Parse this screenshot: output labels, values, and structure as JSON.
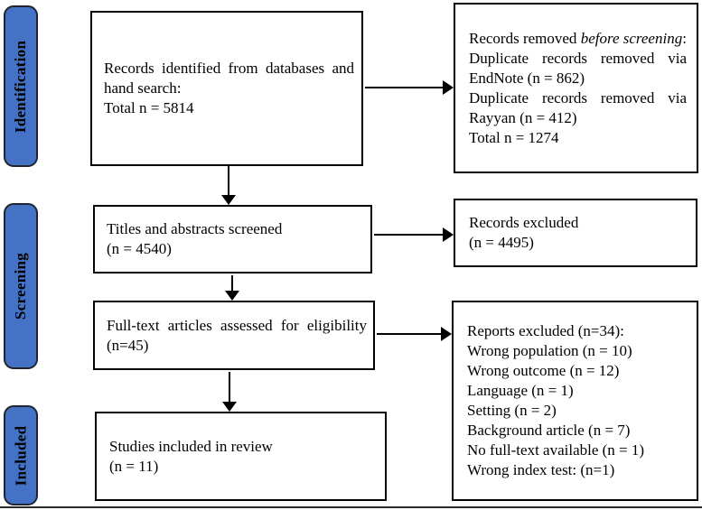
{
  "stages": [
    {
      "label": "Identification"
    },
    {
      "label": "Screening"
    },
    {
      "label": "Included"
    }
  ],
  "boxes": {
    "identified": {
      "lines": [
        {
          "text": "Records identified from databases and",
          "justify": true
        },
        {
          "text": "hand search:"
        },
        {
          "text": "Total n = 5814"
        }
      ]
    },
    "removed_before_screening": {
      "lines": [
        {
          "parts": [
            {
              "t": "Records removed "
            },
            {
              "t": "before screening",
              "italic": true
            },
            {
              "t": ":"
            }
          ]
        },
        {
          "text": "Duplicate records removed via",
          "justify": true
        },
        {
          "text": "EndNote (n = 862)"
        },
        {
          "text": "Duplicate records removed via",
          "justify": true
        },
        {
          "text": "Rayyan (n = 412)"
        },
        {
          "text": "Total n = 1274"
        }
      ]
    },
    "titles_screened": {
      "lines": [
        {
          "text": "Titles and abstracts screened"
        },
        {
          "text": "(n = 4540)"
        }
      ]
    },
    "records_excluded": {
      "lines": [
        {
          "text": "Records excluded"
        },
        {
          "text": "(n = 4495)"
        }
      ]
    },
    "fulltext_assessed": {
      "lines": [
        {
          "text": "Full-text articles assessed for eligibility",
          "justify": true
        },
        {
          "text": "(n=45)"
        }
      ]
    },
    "reports_excluded": {
      "lines": [
        {
          "text": "Reports excluded (n=34):"
        },
        {
          "text": "Wrong population (n = 10)"
        },
        {
          "text": "Wrong outcome (n = 12)"
        },
        {
          "text": "Language (n = 1)"
        },
        {
          "text": "Setting (n = 2)"
        },
        {
          "text": "Background article (n = 7)"
        },
        {
          "text": "No full-text available (n = 1)"
        },
        {
          "text": "Wrong index test: (n=1)"
        }
      ]
    },
    "included_studies": {
      "lines": [
        {
          "text": "Studies included in review"
        },
        {
          "text": "(n = 11)"
        }
      ]
    }
  },
  "colors": {
    "stage_fill": "#4472C4",
    "stage_border": "#1f2430",
    "box_border": "#000000",
    "arrow": "#000000"
  }
}
